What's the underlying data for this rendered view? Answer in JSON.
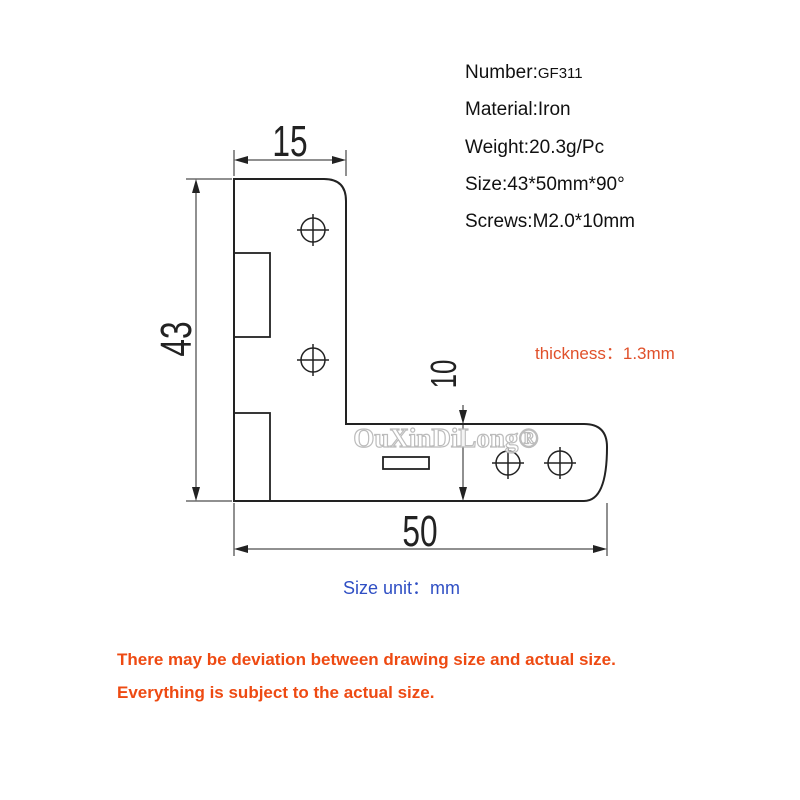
{
  "specs": {
    "number_label": "Number:",
    "number_value": "GF311",
    "material": "Material:Iron",
    "weight": "Weight:20.3g/Pc",
    "size": "Size:43*50mm*90°",
    "screws": "Screws:M2.0*10mm"
  },
  "thickness": "thickness：1.3mm",
  "unit": "Size unit：mm",
  "watermark": "OuXinDiLong®",
  "dimensions": {
    "top_width": "15",
    "height": "43",
    "arm_height": "10",
    "total_width": "50"
  },
  "notes": [
    "There may be deviation between drawing size and actual size.",
    "Everything is subject to the actual size."
  ],
  "colors": {
    "text": "#111111",
    "thickness": "#e0502a",
    "unit": "#2f4fc4",
    "note": "#ee4a12",
    "line": "#222222",
    "watermark": "#bfbfbf"
  }
}
